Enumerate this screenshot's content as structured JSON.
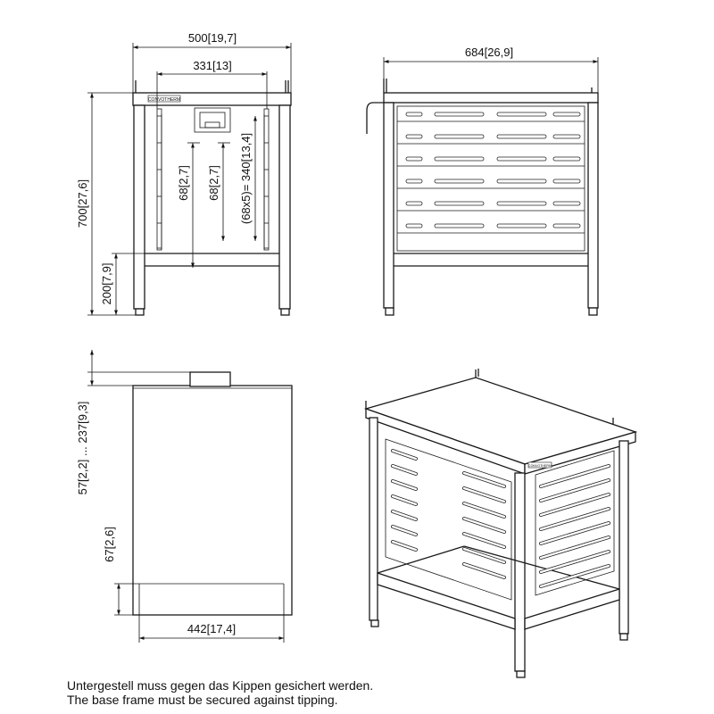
{
  "dimensions": {
    "front_width": "500[19,7]",
    "front_inner_width": "331[13]",
    "tray_pitch_left": "68[2,7]",
    "tray_pitch_right": "68[2,7]",
    "rack_height": "(68x5)= 340[13,4]",
    "total_height": "700[27,6]",
    "shelf_height": "200[7,9]",
    "side_width": "684[26,9]",
    "bottom_range": "57[2,2] ... 237[9,3]",
    "bottom_67": "67[2,6]",
    "bottom_width": "442[17,4]"
  },
  "brand": {
    "badge_text": "CONVOTHERM"
  },
  "notes": {
    "de": "Untergestell muss gegen das Kippen gesichert werden.",
    "en": "The base frame must be secured against tipping."
  }
}
